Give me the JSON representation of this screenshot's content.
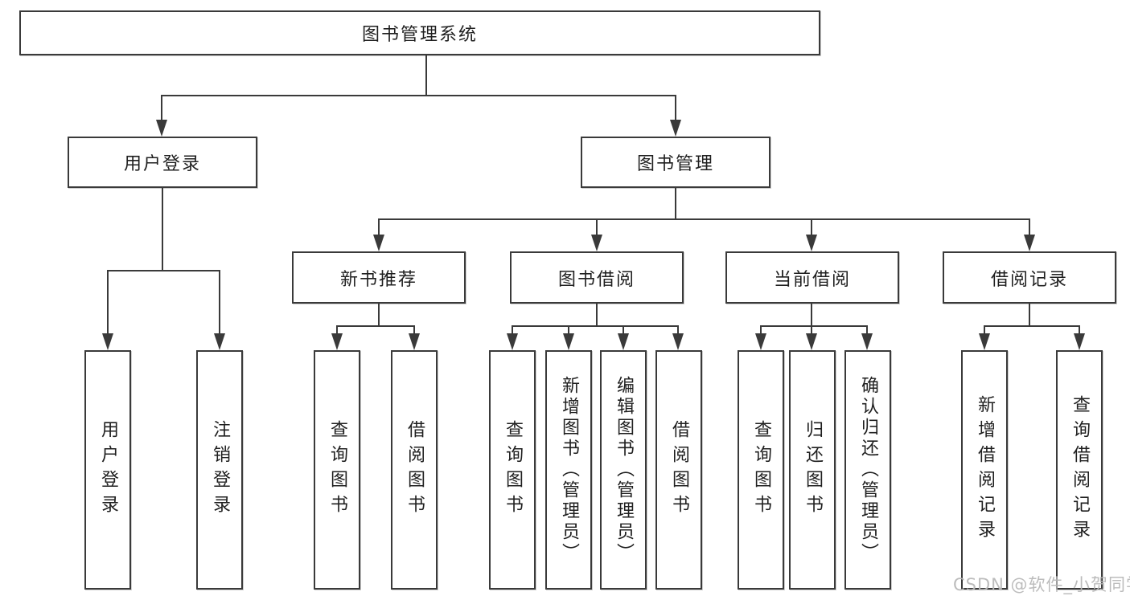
{
  "diagram": {
    "root": {
      "label": "图书管理系统"
    },
    "user_branch": {
      "label": "用户登录",
      "leaves": [
        {
          "label": "用户登录"
        },
        {
          "label": "注销登录"
        }
      ]
    },
    "management_branch": {
      "label": "图书管理",
      "sections": [
        {
          "label": "新书推荐",
          "leaves": [
            {
              "label": "查询图书"
            },
            {
              "label": "借阅图书"
            }
          ]
        },
        {
          "label": "图书借阅",
          "leaves": [
            {
              "label": "查询图书"
            },
            {
              "label": "新增图书（管理员）"
            },
            {
              "label": "编辑图书（管理员）"
            },
            {
              "label": "借阅图书"
            }
          ]
        },
        {
          "label": "当前借阅",
          "leaves": [
            {
              "label": "查询图书"
            },
            {
              "label": "归还图书"
            },
            {
              "label": "确认归还（管理员）"
            }
          ]
        },
        {
          "label": "借阅记录",
          "leaves": [
            {
              "label": "新增借阅记录"
            },
            {
              "label": "查询借阅记录"
            }
          ]
        }
      ]
    }
  },
  "watermark": {
    "text": "CSDN @软件_小贺同学"
  },
  "colors": {
    "line": "#3a3a3a",
    "text": "#1f1f1f",
    "watermark": "#b9b9b9",
    "background": "#ffffff"
  }
}
